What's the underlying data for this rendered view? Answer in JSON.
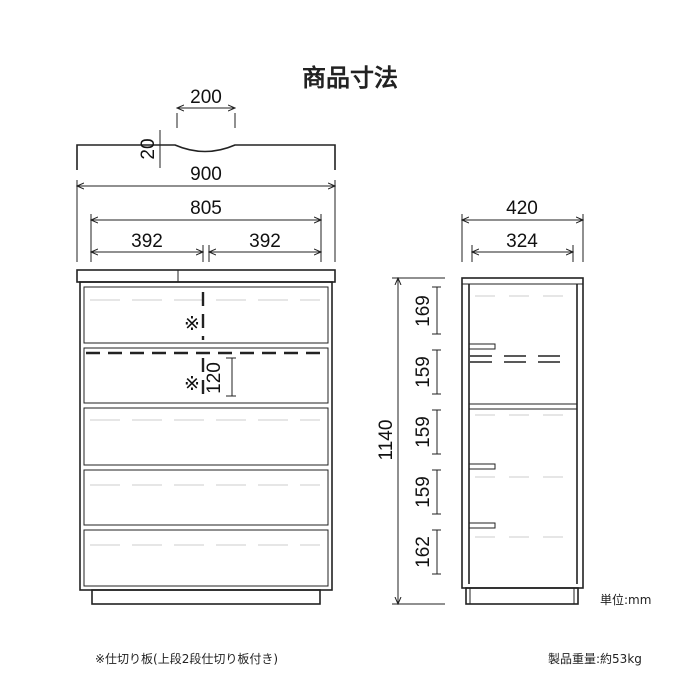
{
  "title": "商品寸法",
  "front": {
    "top_notch_width": "200",
    "top_notch_depth": "20",
    "total_width": "900",
    "inner_width": "805",
    "left_half": "392",
    "right_half": "392",
    "shelf_mark_1": "※",
    "shelf_mark_2": "※",
    "shelf_height": "120"
  },
  "side": {
    "total_depth": "420",
    "inner_depth": "324",
    "total_height": "1140",
    "drawer_heights": [
      "169",
      "159",
      "159",
      "159",
      "162"
    ]
  },
  "unit_label": "単位:mm",
  "footnote": "※仕切り板(上段2段仕切り板付き)",
  "weight_label": "製品重量:約53kg"
}
